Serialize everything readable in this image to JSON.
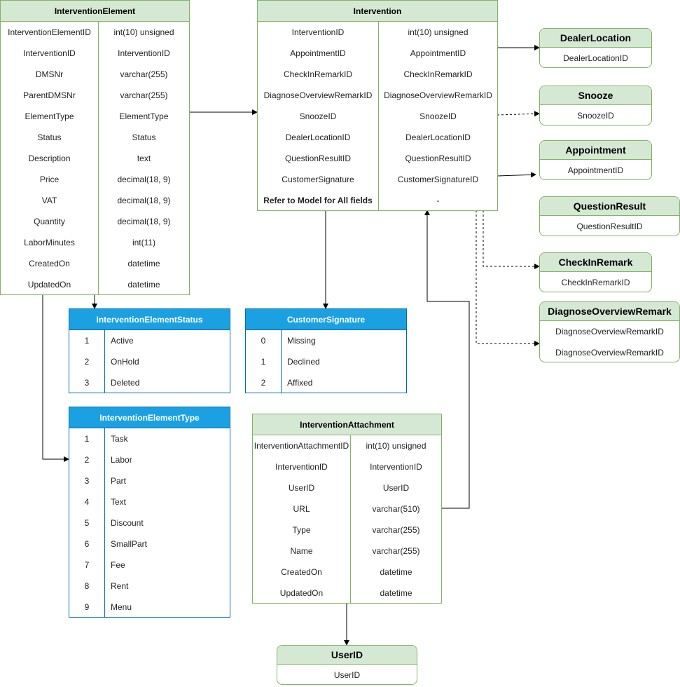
{
  "intervention_element": {
    "title": "InterventionElement",
    "rows": [
      [
        "InterventionElementID",
        "int(10) unsigned"
      ],
      [
        "InterventionID",
        "InterventionID"
      ],
      [
        "DMSNr",
        "varchar(255)"
      ],
      [
        "ParentDMSNr",
        "varchar(255)"
      ],
      [
        "ElementType",
        "ElementType"
      ],
      [
        "Status",
        "Status"
      ],
      [
        "Description",
        "text"
      ],
      [
        "Price",
        "decimal(18, 9)"
      ],
      [
        "VAT",
        "decimal(18, 9)"
      ],
      [
        "Quantity",
        "decimal(18, 9)"
      ],
      [
        "LaborMinutes",
        "int(11)"
      ],
      [
        "CreatedOn",
        "datetime"
      ],
      [
        "UpdatedOn",
        "datetime"
      ]
    ]
  },
  "intervention": {
    "title": "Intervention",
    "rows": [
      [
        "InterventionID",
        "int(10) unsigned"
      ],
      [
        "AppointmentID",
        "AppointmentID"
      ],
      [
        "CheckInRemarkID",
        "CheckInRemarkID"
      ],
      [
        "DiagnoseOverviewRemarkID",
        "DiagnoseOverviewRemarkID"
      ],
      [
        "SnoozeID",
        "SnoozeID"
      ],
      [
        "DealerLocationID",
        "DealerLocationID"
      ],
      [
        "QuestionResultID",
        "QuestionResultID"
      ],
      [
        "CustomerSignature",
        "CustomerSignatureID"
      ],
      [
        "Refer to Model for All fields",
        "-"
      ]
    ]
  },
  "intervention_attachment": {
    "title": "InterventionAttachment",
    "rows": [
      [
        "InterventionAttachmentID",
        "int(10) unsigned"
      ],
      [
        "InterventionID",
        "InterventionID"
      ],
      [
        "UserID",
        "UserID"
      ],
      [
        "URL",
        "varchar(510)"
      ],
      [
        "Type",
        "varchar(255)"
      ],
      [
        "Name",
        "varchar(255)"
      ],
      [
        "CreatedOn",
        "datetime"
      ],
      [
        "UpdatedOn",
        "datetime"
      ]
    ]
  },
  "intervention_element_status": {
    "title": "InterventionElementStatus",
    "rows": [
      [
        "1",
        "Active"
      ],
      [
        "2",
        "OnHold"
      ],
      [
        "3",
        "Deleted"
      ]
    ]
  },
  "customer_signature": {
    "title": "CustomerSignature",
    "rows": [
      [
        "0",
        "Missing"
      ],
      [
        "1",
        "Declined"
      ],
      [
        "2",
        "Affixed"
      ]
    ]
  },
  "intervention_element_type": {
    "title": "InterventionElementType",
    "rows": [
      [
        "1",
        "Task"
      ],
      [
        "2",
        "Labor"
      ],
      [
        "3",
        "Part"
      ],
      [
        "4",
        "Text"
      ],
      [
        "5",
        "Discount"
      ],
      [
        "6",
        "SmallPart"
      ],
      [
        "7",
        "Fee"
      ],
      [
        "8",
        "Rent"
      ],
      [
        "9",
        "Menu"
      ]
    ]
  },
  "entities": {
    "dealer_location": {
      "title": "DealerLocation",
      "fields": [
        "DealerLocationID"
      ]
    },
    "snooze": {
      "title": "Snooze",
      "fields": [
        "SnoozeID"
      ]
    },
    "appointment": {
      "title": "Appointment",
      "fields": [
        "AppointmentID"
      ]
    },
    "question_result": {
      "title": "QuestionResult",
      "fields": [
        "QuestionResultID"
      ]
    },
    "check_in_remark": {
      "title": "CheckInRemark",
      "fields": [
        "CheckInRemarkID"
      ]
    },
    "diagnose_overview_remark": {
      "title": "DiagnoseOverviewRemark",
      "fields": [
        "DiagnoseOverviewRemarkID",
        "DiagnoseOverviewRemarkID"
      ]
    },
    "user": {
      "title": "UserID",
      "fields": [
        "UserID"
      ]
    }
  },
  "colors": {
    "green_fill": "#d5e8d4",
    "green_stroke": "#82b366",
    "blue_fill": "#1ba1e2",
    "blue_stroke": "#006eaf"
  }
}
